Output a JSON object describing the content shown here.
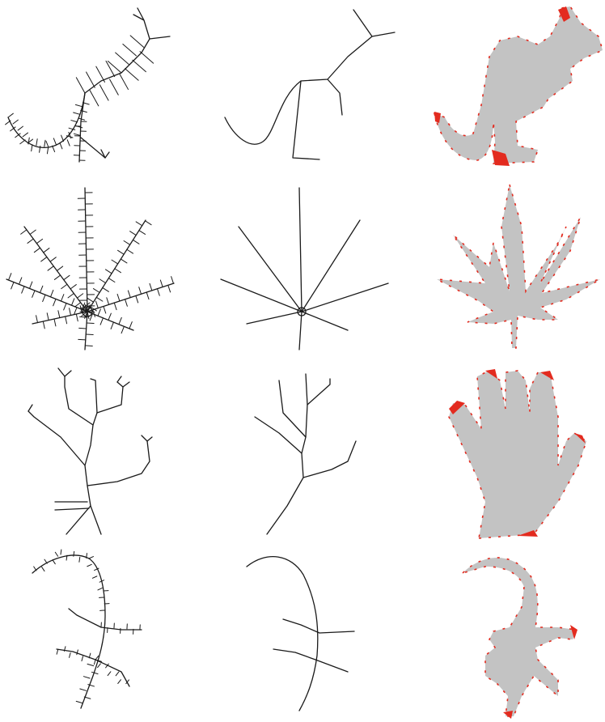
{
  "figure": {
    "rows": [
      {
        "name": "kangaroo",
        "panels": [
          "full-skeleton",
          "pruned-skeleton",
          "reconstruction"
        ]
      },
      {
        "name": "leaf",
        "panels": [
          "full-skeleton",
          "pruned-skeleton",
          "reconstruction"
        ]
      },
      {
        "name": "hand",
        "panels": [
          "full-skeleton",
          "pruned-skeleton",
          "reconstruction"
        ]
      },
      {
        "name": "lizard",
        "panels": [
          "full-skeleton",
          "pruned-skeleton",
          "reconstruction"
        ]
      }
    ],
    "colors": {
      "background": "#ffffff",
      "skeleton": "#1a1a1a",
      "shape_fill": "#c3c3c3",
      "residual": "#e32b1f"
    }
  }
}
